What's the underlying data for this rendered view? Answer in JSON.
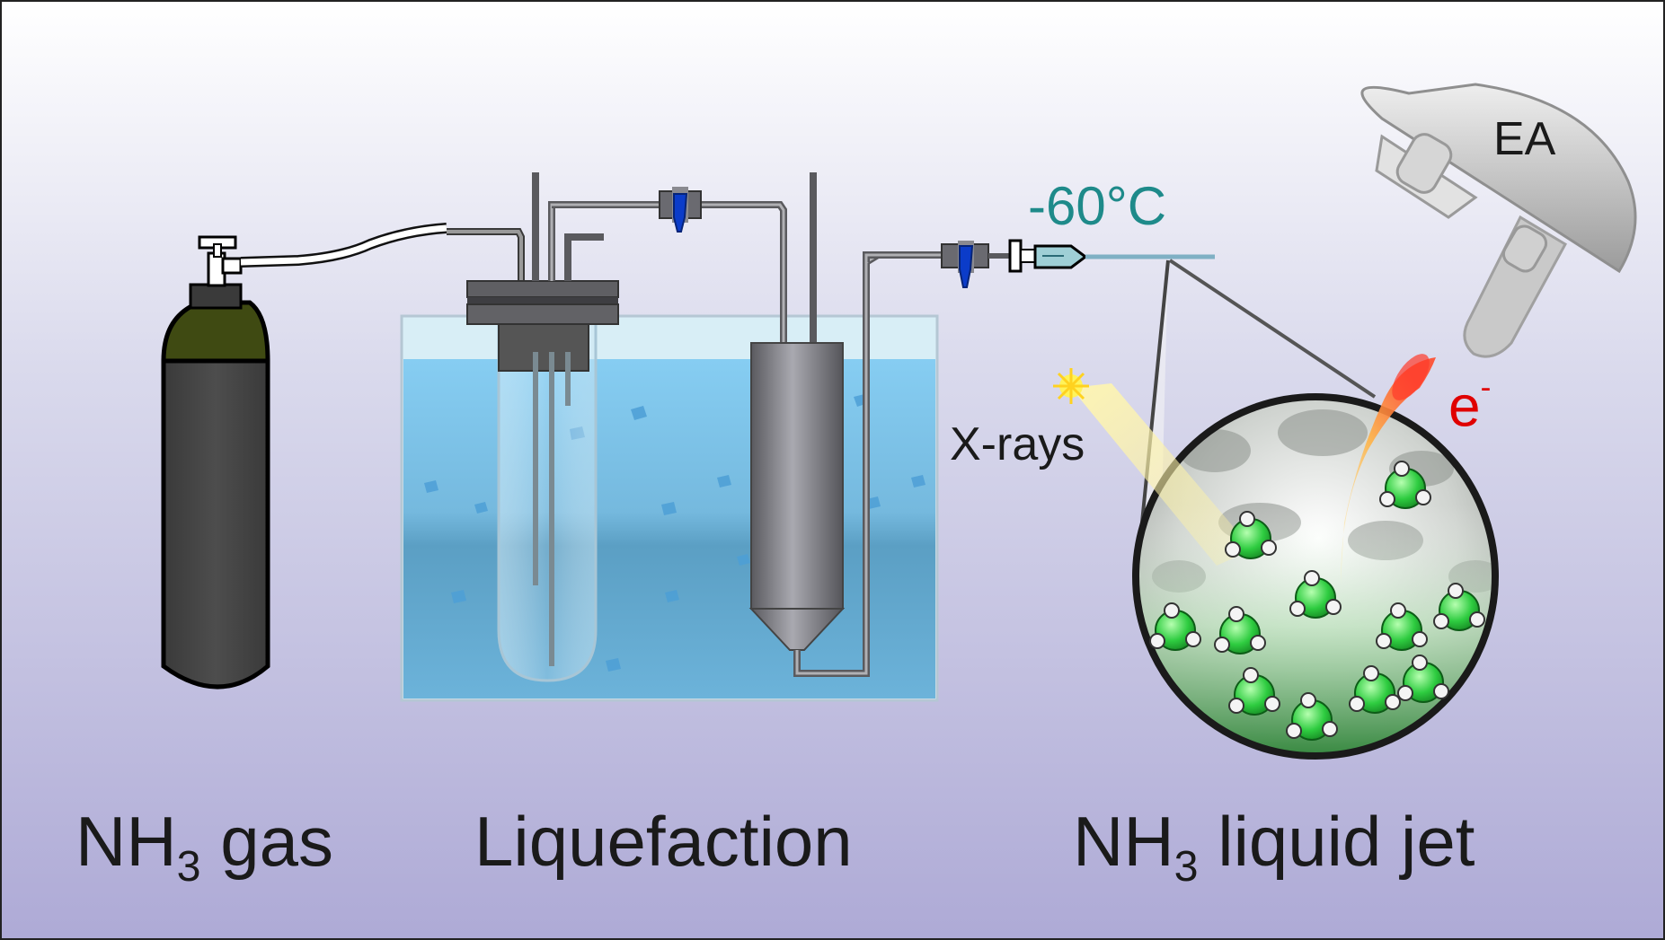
{
  "labels": {
    "gas": {
      "prefix": "NH",
      "sub": "3",
      "suffix": " gas"
    },
    "liquefaction": "Liquefaction",
    "jet": {
      "prefix": "NH",
      "sub": "3",
      "suffix": " liquid jet"
    },
    "temperature": "-60°C",
    "xrays": "X-rays",
    "analyzer": "EA",
    "electron": {
      "symbol": "e",
      "sup": "-"
    }
  },
  "colors": {
    "cylinder_body": "#4a4a4a",
    "cylinder_cap": "#3f4a12",
    "bath": "#7fc4ea",
    "temperature_text": "#1e8a8a",
    "electron_text": "#e00000",
    "molecule_green": "#2ecc40"
  },
  "icons": [
    "gas-cylinder-icon",
    "valve-icon",
    "dewar-flask-icon",
    "cold-trap-icon",
    "nozzle-icon",
    "electron-analyzer-icon",
    "xray-source-icon"
  ]
}
